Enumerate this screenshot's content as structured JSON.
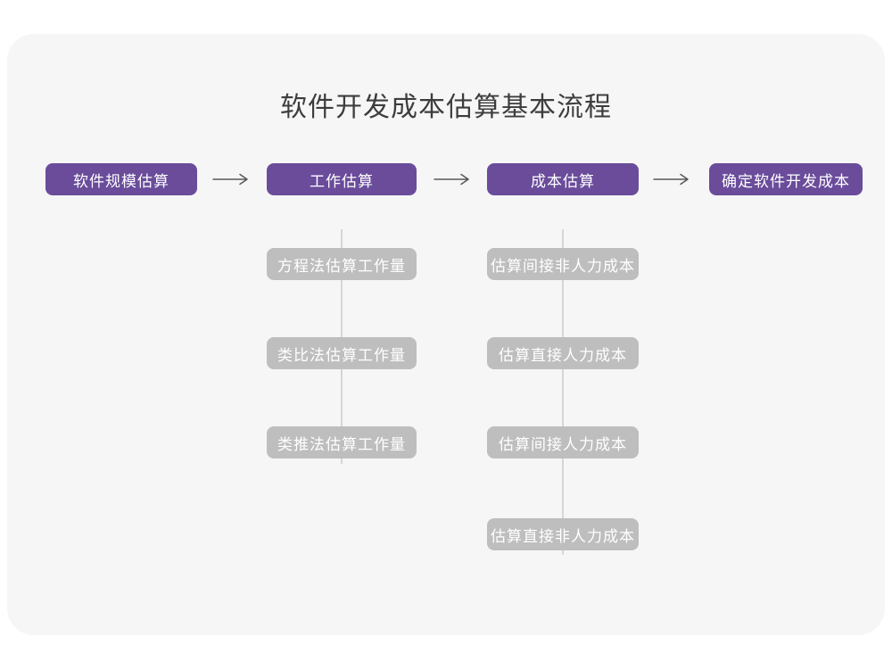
{
  "title": "软件开发成本估算基本流程",
  "colors": {
    "stage_purple": "#6a4c9b",
    "substep_gray": "#bebebe",
    "card_background": "#f6f6f7",
    "connector_line": "#d6d6d6",
    "arrow": "#58585a",
    "title_text": "#3d3d3d",
    "node_text": "#ffffff"
  },
  "flow": {
    "stages": [
      {
        "label": "软件规模估算",
        "children": []
      },
      {
        "label": "工作估算",
        "children": [
          "方程法估算工作量",
          "类比法估算工作量",
          "类推法估算工作量"
        ]
      },
      {
        "label": "成本估算",
        "children": [
          "估算间接非人力成本",
          "估算直接人力成本",
          "估算间接人力成本",
          "估算直接非人力成本"
        ]
      },
      {
        "label": "确定软件开发成本",
        "children": []
      }
    ]
  }
}
